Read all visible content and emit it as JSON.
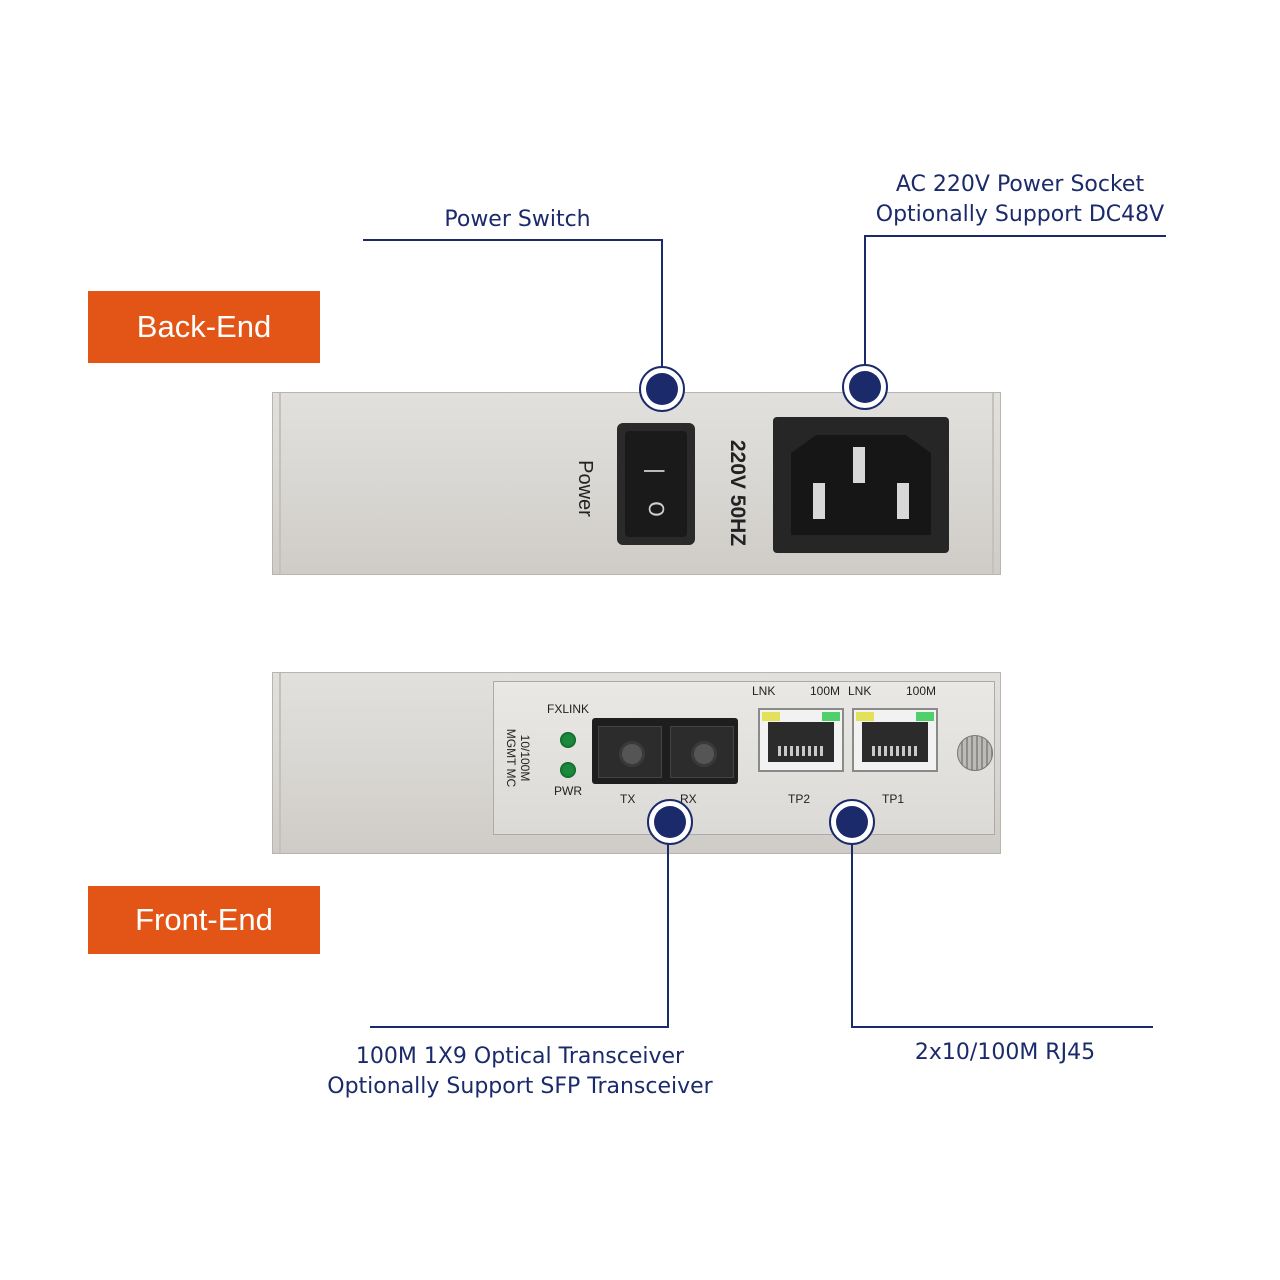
{
  "labels": {
    "back_end": "Back-End",
    "front_end": "Front-End"
  },
  "callouts": {
    "power_switch": "Power Switch",
    "power_socket_line1": "AC 220V Power Socket",
    "power_socket_line2": "Optionally Support DC48V",
    "optical_line1": "100M 1X9 Optical Transceiver",
    "optical_line2": "Optionally Support SFP Transceiver",
    "rj45": "2x10/100M RJ45"
  },
  "device_back": {
    "power_label": "Power",
    "voltage_label": "220V 50HZ",
    "switch_on": "|",
    "switch_off": "O"
  },
  "device_front": {
    "model_line1": "10/100M",
    "model_line2": "MGMT MC",
    "led_fxlink": "FXLINK",
    "led_pwr": "PWR",
    "tx": "TX",
    "rx": "RX",
    "tp2": "TP2",
    "tp1": "TP1",
    "lnk_1": "LNK",
    "m100_1": "100M",
    "lnk_2": "LNK",
    "m100_2": "100M"
  },
  "colors": {
    "accent_orange": "#e35516",
    "navy": "#1b2a6b"
  }
}
